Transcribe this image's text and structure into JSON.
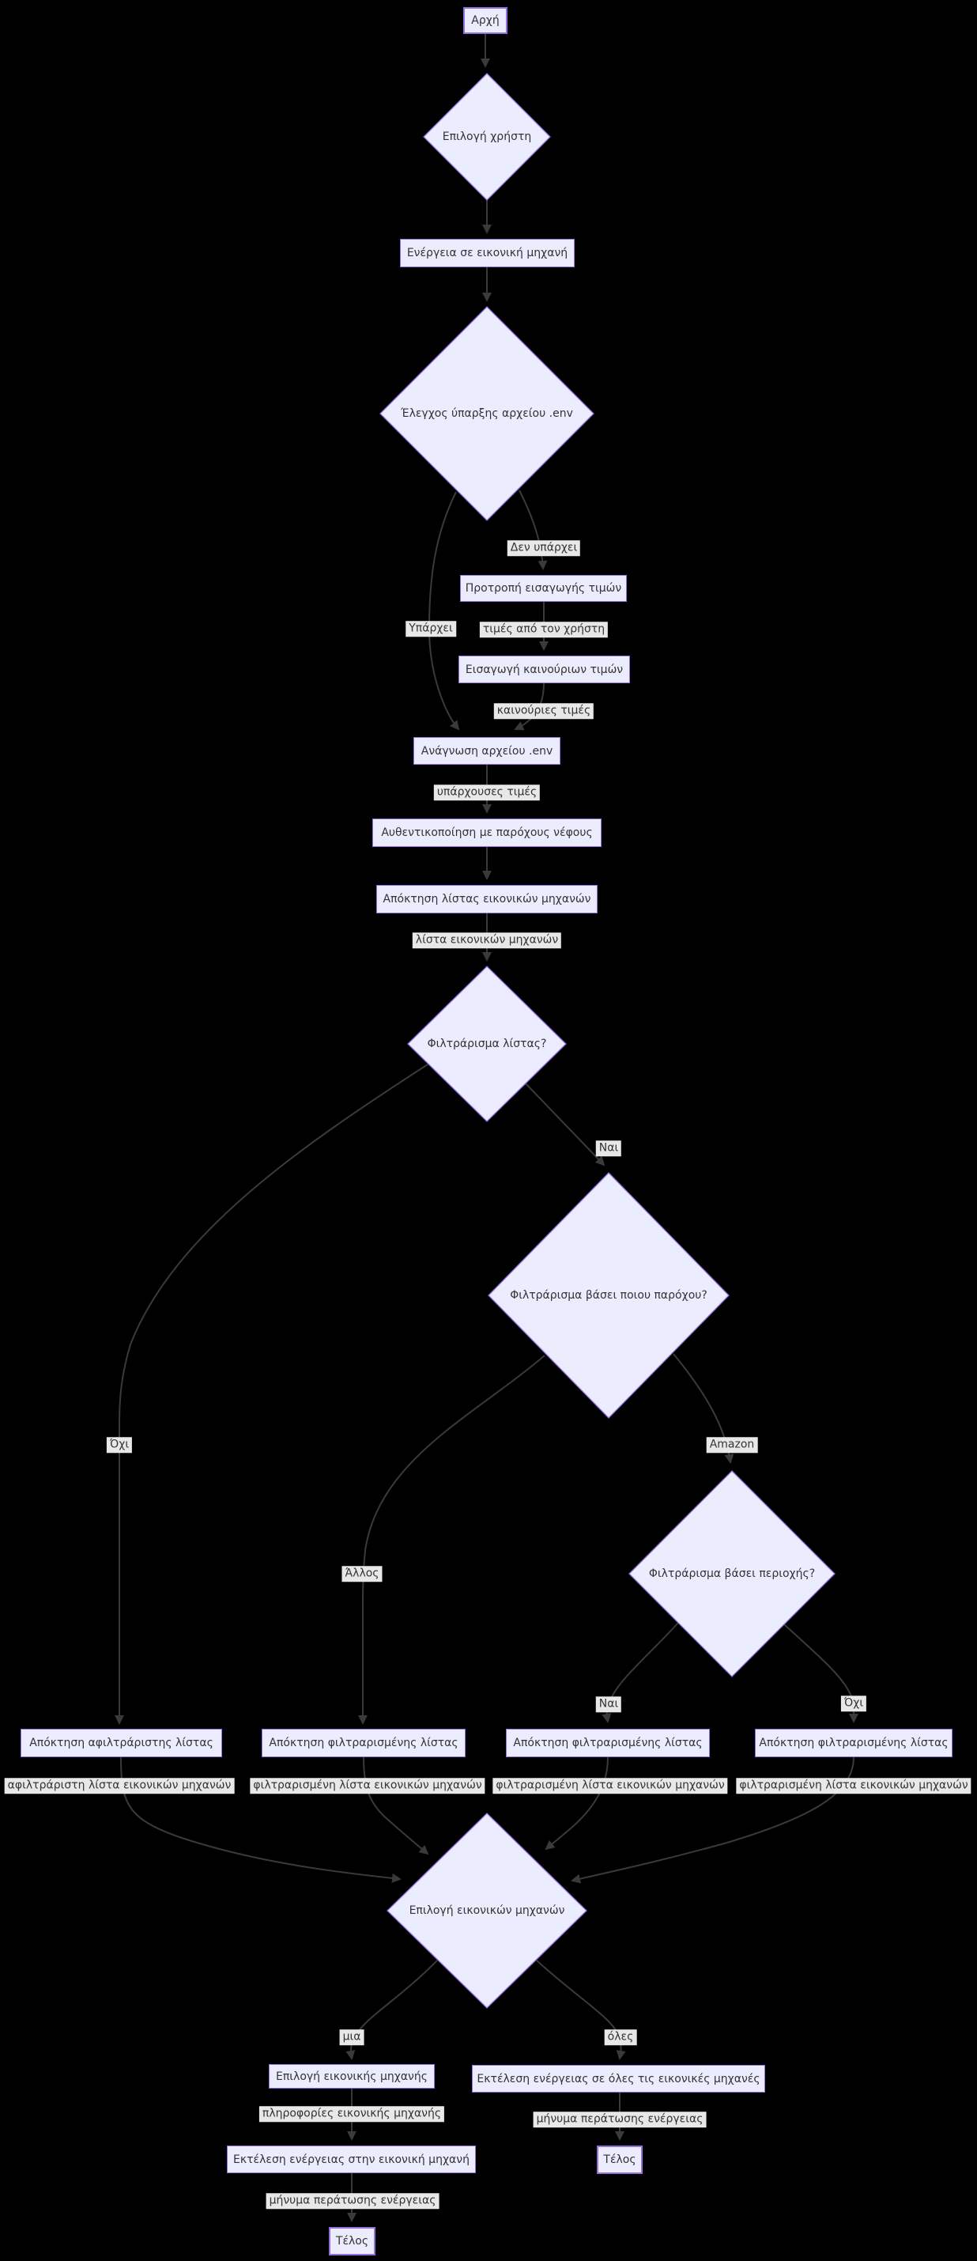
{
  "diagram": {
    "title": "VM management flowchart",
    "colors": {
      "background": "#000000",
      "node_fill": "#ECECFF",
      "node_border": "#9370DB",
      "node_text": "#333333",
      "edge_line": "#3a3a3a",
      "edge_label_bg": "#e8e8e8",
      "edge_label_text": "#333333"
    },
    "nodes": {
      "start": {
        "label": "Αρχή",
        "type": "terminal"
      },
      "user_choice": {
        "label": "Επιλογή χρήστη",
        "type": "decision"
      },
      "vm_action": {
        "label": "Ενέργεια σε εικονική μηχανή",
        "type": "process"
      },
      "env_check": {
        "label": "Έλεγχος ύπαρξης αρχείου .env",
        "type": "decision"
      },
      "prompt_values": {
        "label": "Προτροπή εισαγωγής τιμών",
        "type": "process"
      },
      "insert_values": {
        "label": "Εισαγωγή καινούριων τιμών",
        "type": "process"
      },
      "read_env": {
        "label": "Ανάγνωση αρχείου .env",
        "type": "process"
      },
      "auth_cloud": {
        "label": "Αυθεντικοποίηση με παρόχους νέφους",
        "type": "process"
      },
      "get_vm_list": {
        "label": "Απόκτηση λίστας εικονικών μηχανών",
        "type": "process"
      },
      "filter_list": {
        "label": "Φιλτράρισμα λίστας?",
        "type": "decision"
      },
      "filter_provider": {
        "label": "Φιλτράρισμα βάσει ποιου παρόχου?",
        "type": "decision"
      },
      "filter_region": {
        "label": "Φιλτράρισμα βάσει περιοχής?",
        "type": "decision"
      },
      "get_unfiltered": {
        "label": "Απόκτηση αφιλτράριστης λίστας",
        "type": "process"
      },
      "get_filtered_other": {
        "label": "Απόκτηση φιλτραρισμένης λίστας",
        "type": "process"
      },
      "get_filtered_region": {
        "label": "Απόκτηση φιλτραρισμένης λίστας",
        "type": "process"
      },
      "get_filtered_noregion": {
        "label": "Απόκτηση φιλτραρισμένης λίστας",
        "type": "process"
      },
      "select_vms": {
        "label": "Επιλογή εικονικών μηχανών",
        "type": "decision"
      },
      "select_vm": {
        "label": "Επιλογή εικονικής μηχανής",
        "type": "process"
      },
      "exec_one": {
        "label": "Εκτέλεση ενέργειας στην εικονική μηχανή",
        "type": "process"
      },
      "end_one": {
        "label": "Τέλος",
        "type": "terminal"
      },
      "exec_all": {
        "label": "Εκτέλεση ενέργειας σε όλες τις εικονικές μηχανές",
        "type": "process"
      },
      "end_all": {
        "label": "Τέλος",
        "type": "terminal"
      }
    },
    "edge_labels": {
      "not_exists": "Δεν υπάρχει",
      "exists": "Υπάρχει",
      "values_from_user": "τιμές από τον χρήστη",
      "new_values": "καινούριες τιμές",
      "existing_values": "υπάρχουσες τιμές",
      "vm_list": "λίστα εικονικών μηχανών",
      "yes_filter": "Ναι",
      "no_filter": "Όχι",
      "other_provider": "Άλλος",
      "amazon": "Amazon",
      "yes_region": "Ναι",
      "no_region": "Όχι",
      "unfiltered_vm_list": "αφιλτράριστη λίστα εικονικών μηχανών",
      "filtered_vm_list_other": "φιλτραρισμένη λίστα εικονικών μηχανών",
      "filtered_vm_list_region": "φιλτραρισμένη λίστα εικονικών μηχανών",
      "filtered_vm_list_noregion": "φιλτραρισμένη λίστα εικονικών μηχανών",
      "one": "μια",
      "all": "όλες",
      "vm_info": "πληροφορίες εικονικής μηχανής",
      "done_message_one": "μήνυμα περάτωσης ενέργειας",
      "done_message_all": "μήνυμα περάτωσης ενέργειας"
    }
  }
}
